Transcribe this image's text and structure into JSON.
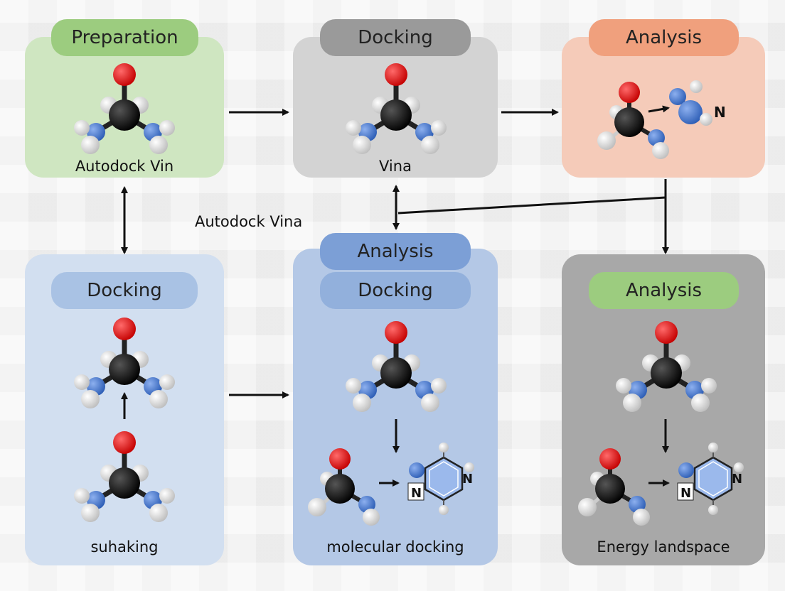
{
  "colors": {
    "green_panel": "#cfe6c1",
    "green_pill": "#9ccc7f",
    "gray_panel": "#d3d3d3",
    "gray_pill": "#9a9a9a",
    "salmon_panel": "#f5cbb9",
    "salmon_pill": "#f0a07d",
    "lightblue_panel": "#d2dff0",
    "lightblue_pill": "#a9c2e4",
    "blue_panel": "#b4c8e6",
    "blue_pill": "#7c9fd6",
    "darkgray_panel": "#a8a8a8",
    "oxygen": "#e01414",
    "carbon": "#111111",
    "nitrogen": "#3d70c8",
    "hydrogen": "#f4f4f4"
  },
  "panels": {
    "preparation": {
      "title": "Preparation",
      "caption": "Autodock Vin"
    },
    "docking_top": {
      "title": "Docking",
      "caption": "Vina"
    },
    "analysis_top": {
      "title": "Analysis",
      "atom_label": "N"
    },
    "docking_left": {
      "title": "Docking",
      "caption": "suhaking"
    },
    "center_bottom": {
      "title_top": "Analysis",
      "title_bottom": "Docking",
      "caption": "molecular docking",
      "ring_label_left": "N",
      "ring_label_right": "N"
    },
    "analysis_right": {
      "title": "Analysis",
      "caption": "Energy landspace",
      "ring_label_left": "N",
      "ring_label_right": "N"
    }
  },
  "floating_label": "Autodock Vina"
}
